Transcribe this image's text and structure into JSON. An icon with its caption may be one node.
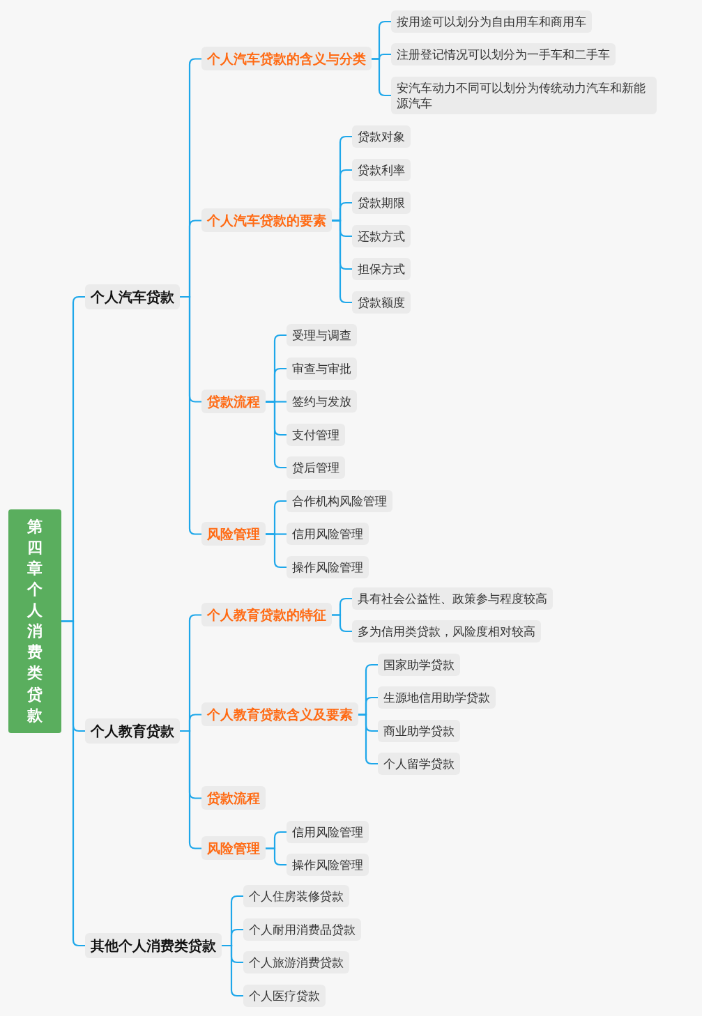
{
  "diagram": {
    "nodes": [
      {
        "text": [
          "第四章个人消费类贷款"
        ]
      },
      {
        "text": [
          "个人汽车贷款"
        ]
      },
      {
        "text": [
          "个人汽车贷款的含义与分类"
        ]
      },
      {
        "text": [
          "按用途可以划分为自由用车和商用车"
        ]
      },
      {
        "text": [
          "注册登记情况可以划分为一手车和二手车"
        ]
      },
      {
        "text": [
          "安汽车动力不同可以划分为传统动力汽车和新能源汽车"
        ]
      },
      {
        "text": [
          "个人汽车贷款的要素"
        ]
      },
      {
        "text": [
          "贷款对象"
        ]
      },
      {
        "text": [
          "贷款利率"
        ]
      },
      {
        "text": [
          "贷款期限"
        ]
      },
      {
        "text": [
          "还款方式"
        ]
      },
      {
        "text": [
          "担保方式"
        ]
      },
      {
        "text": [
          "贷款额度"
        ]
      },
      {
        "text": [
          "贷款流程"
        ]
      },
      {
        "text": [
          "受理与调查"
        ]
      },
      {
        "text": [
          "审查与审批"
        ]
      },
      {
        "text": [
          "签约与发放"
        ]
      },
      {
        "text": [
          "支付管理"
        ]
      },
      {
        "text": [
          "贷后管理"
        ]
      },
      {
        "text": [
          "风险管理"
        ]
      },
      {
        "text": [
          "合作机构风险管理"
        ]
      },
      {
        "text": [
          "信用风险管理"
        ]
      },
      {
        "text": [
          "操作风险管理"
        ]
      },
      {
        "text": [
          "个人教育贷款"
        ]
      },
      {
        "text": [
          "个人教育贷款的特征"
        ]
      },
      {
        "text": [
          "具有社会公益性、政策参与程度较高"
        ]
      },
      {
        "text": [
          "多为信用类贷款，风险度相对较高"
        ]
      },
      {
        "text": [
          "个人教育贷款含义及要素"
        ]
      },
      {
        "text": [
          "国家助学贷款"
        ]
      },
      {
        "text": [
          "生源地信用助学贷款"
        ]
      },
      {
        "text": [
          "商业助学贷款"
        ]
      },
      {
        "text": [
          "个人留学贷款"
        ]
      },
      {
        "text": [
          "贷款流程"
        ]
      },
      {
        "text": [
          "风险管理"
        ]
      },
      {
        "text": [
          "信用风险管理"
        ]
      },
      {
        "text": [
          "操作风险管理"
        ]
      },
      {
        "text": [
          "其他个人消费类贷款"
        ]
      },
      {
        "text": [
          "个人住房装修贷款"
        ]
      },
      {
        "text": [
          "个人耐用消费品贷款"
        ]
      },
      {
        "text": [
          "个人旅游消费贷款"
        ]
      },
      {
        "text": [
          "个人医疗贷款"
        ]
      }
    ],
    "edges": [
      {
        "from": 0,
        "to": 1,
        "arrow": "none"
      },
      {
        "from": 1,
        "to": 2,
        "arrow": "none"
      },
      {
        "from": 2,
        "to": 3,
        "arrow": "none"
      },
      {
        "from": 2,
        "to": 4,
        "arrow": "none"
      },
      {
        "from": 2,
        "to": 5,
        "arrow": "none"
      },
      {
        "from": 1,
        "to": 6,
        "arrow": "none"
      },
      {
        "from": 6,
        "to": 7,
        "arrow": "none"
      },
      {
        "from": 6,
        "to": 8,
        "arrow": "none"
      },
      {
        "from": 6,
        "to": 9,
        "arrow": "none"
      },
      {
        "from": 6,
        "to": 10,
        "arrow": "none"
      },
      {
        "from": 6,
        "to": 11,
        "arrow": "none"
      },
      {
        "from": 6,
        "to": 12,
        "arrow": "none"
      },
      {
        "from": 1,
        "to": 13,
        "arrow": "none"
      },
      {
        "from": 13,
        "to": 14,
        "arrow": "none"
      },
      {
        "from": 13,
        "to": 15,
        "arrow": "none"
      },
      {
        "from": 13,
        "to": 16,
        "arrow": "none"
      },
      {
        "from": 13,
        "to": 17,
        "arrow": "none"
      },
      {
        "from": 13,
        "to": 18,
        "arrow": "none"
      },
      {
        "from": 1,
        "to": 19,
        "arrow": "none"
      },
      {
        "from": 19,
        "to": 20,
        "arrow": "none"
      },
      {
        "from": 19,
        "to": 21,
        "arrow": "none"
      },
      {
        "from": 19,
        "to": 22,
        "arrow": "none"
      },
      {
        "from": 0,
        "to": 23,
        "arrow": "none"
      },
      {
        "from": 23,
        "to": 24,
        "arrow": "none"
      },
      {
        "from": 24,
        "to": 25,
        "arrow": "none"
      },
      {
        "from": 24,
        "to": 26,
        "arrow": "none"
      },
      {
        "from": 23,
        "to": 27,
        "arrow": "none"
      },
      {
        "from": 27,
        "to": 28,
        "arrow": "none"
      },
      {
        "from": 27,
        "to": 29,
        "arrow": "none"
      },
      {
        "from": 27,
        "to": 30,
        "arrow": "none"
      },
      {
        "from": 27,
        "to": 31,
        "arrow": "none"
      },
      {
        "from": 23,
        "to": 32,
        "arrow": "none"
      },
      {
        "from": 23,
        "to": 33,
        "arrow": "none"
      },
      {
        "from": 33,
        "to": 34,
        "arrow": "none"
      },
      {
        "from": 33,
        "to": 35,
        "arrow": "none"
      },
      {
        "from": 0,
        "to": 36,
        "arrow": "none"
      },
      {
        "from": 36,
        "to": 37,
        "arrow": "none"
      },
      {
        "from": 36,
        "to": 38,
        "arrow": "none"
      },
      {
        "from": 36,
        "to": 39,
        "arrow": "none"
      },
      {
        "from": 36,
        "to": 40,
        "arrow": "none"
      }
    ]
  }
}
